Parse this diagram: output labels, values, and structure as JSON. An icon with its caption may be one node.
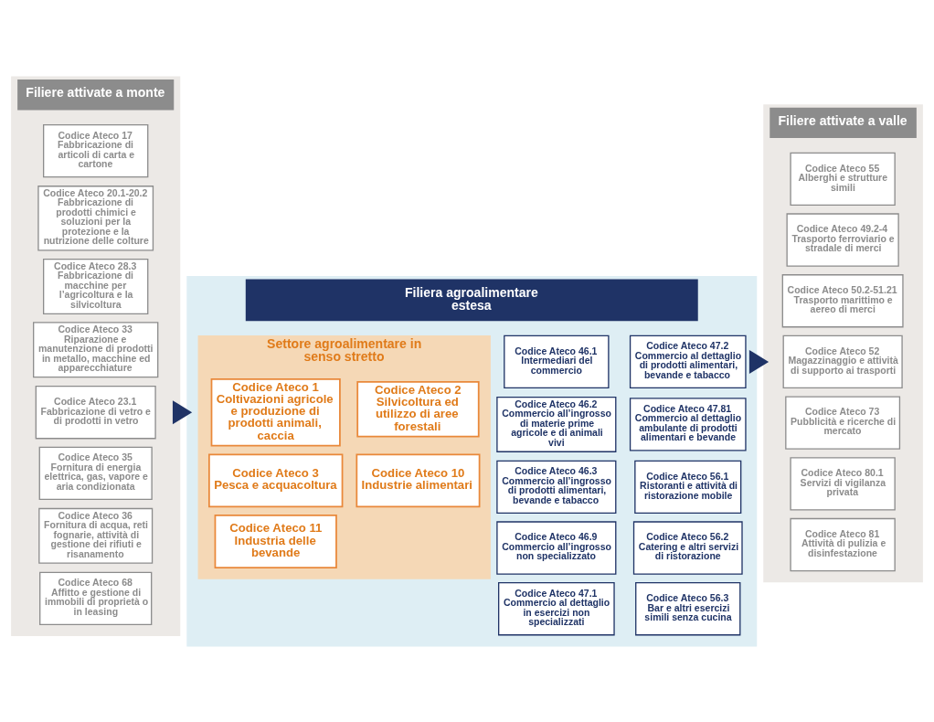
{
  "diagram": {
    "nodes": [
      {
        "text": [
          "Filiere attivate a monte"
        ]
      },
      {
        "text": [
          "Codice Ateco 17",
          "Fabbricazione di articoli di carta e cartone"
        ],
        "in": 0
      },
      {
        "text": [
          "Codice Ateco 20.1-20.2",
          "Fabbricazione di prodotti chimici e soluzioni per la protezione e la nutrizione delle colture"
        ],
        "in": 0
      },
      {
        "text": [
          "Codice Ateco 28.3",
          "Fabbricazione di macchine per l’agricoltura e la silvicoltura"
        ],
        "in": 0
      },
      {
        "text": [
          "Codice Ateco 33",
          "Riparazione e manutenzione di prodotti in metallo, macchine ed apparecchiature"
        ],
        "in": 0
      },
      {
        "text": [
          "Codice Ateco 23.1",
          "Fabbricazione di vetro e di prodotti in vetro"
        ],
        "in": 0
      },
      {
        "text": [
          "Codice Ateco 35",
          "Fornitura di energia elettrica, gas, vapore e aria condizionata"
        ],
        "in": 0
      },
      {
        "text": [
          "Codice Ateco 36",
          "Fornitura di acqua, reti fognarie, attività di gestione dei rifiuti e risanamento"
        ],
        "in": 0
      },
      {
        "text": [
          "Codice Ateco 68",
          "Affitto e gestione di immobili di proprietà o in leasing"
        ],
        "in": 0
      },
      {
        "text": [
          "Filiera agroalimentare estesa"
        ]
      },
      {
        "text": [
          "Settore agroalimentare in senso stretto"
        ],
        "in": 9
      },
      {
        "text": [
          "Codice Ateco 1",
          "Coltivazioni agricole e produzione di prodotti animali, caccia"
        ],
        "in": 10
      },
      {
        "text": [
          "Codice Ateco 2",
          "Silvicoltura ed utilizzo di aree forestali"
        ],
        "in": 10
      },
      {
        "text": [
          "Codice Ateco 3",
          "Pesca e acquacoltura"
        ],
        "in": 10
      },
      {
        "text": [
          "Codice Ateco 10",
          "Industrie alimentari"
        ],
        "in": 10
      },
      {
        "text": [
          "Codice Ateco 11",
          "Industria delle bevande"
        ],
        "in": 10
      },
      {
        "text": [
          "Codice Ateco 46.1",
          "Intermediari del commercio"
        ],
        "in": 9
      },
      {
        "text": [
          "Codice Ateco 47.2",
          "Commercio al dettaglio di prodotti alimentari, bevande e tabacco"
        ],
        "in": 9
      },
      {
        "text": [
          "Codice Ateco 46.2",
          "Commercio all’ingrosso di materie prime agricole e di animali vivi"
        ],
        "in": 9
      },
      {
        "text": [
          "Codice Ateco 47.81",
          "Commercio al dettaglio ambulante di prodotti alimentari e bevande"
        ],
        "in": 9
      },
      {
        "text": [
          "Codice Ateco 46.3",
          "Commercio all’ingrosso di prodotti alimentari, bevande e tabacco"
        ],
        "in": 9
      },
      {
        "text": [
          "Codice Ateco 56.1",
          "Ristoranti e attività di ristorazione mobile"
        ],
        "in": 9
      },
      {
        "text": [
          "Codice Ateco 46.9",
          "Commercio all’ingrosso non specializzato"
        ],
        "in": 9
      },
      {
        "text": [
          "Codice Ateco 56.2",
          "Catering e altri servizi di ristorazione"
        ],
        "in": 9
      },
      {
        "text": [
          "Codice Ateco 47.1",
          "Commercio al dettaglio in esercizi non specializzati"
        ],
        "in": 9
      },
      {
        "text": [
          "Codice Ateco 56.3",
          "Bar e altri esercizi simili senza cucina"
        ],
        "in": 9
      },
      {
        "text": [
          "Filiere attivate a valle"
        ]
      },
      {
        "text": [
          "Codice Ateco 55",
          "Alberghi e strutture simili"
        ],
        "in": 26
      },
      {
        "text": [
          "Codice Ateco 49.2-4",
          "Trasporto ferroviario e stradale di merci"
        ],
        "in": 26
      },
      {
        "text": [
          "Codice Ateco 50.2-51.21",
          "Trasporto marittimo e aereo di merci"
        ],
        "in": 26
      },
      {
        "text": [
          "Codice Ateco 52",
          "Magazzinaggio e attività di supporto ai trasporti"
        ],
        "in": 26
      },
      {
        "text": [
          "Codice Ateco 73",
          "Pubblicità e ricerche di mercato"
        ],
        "in": 26
      },
      {
        "text": [
          "Codice Ateco 80.1",
          "Servizi di vigilanza privata"
        ],
        "in": 26
      },
      {
        "text": [
          "Codice Ateco 81",
          "Attività di pulizia e disinfestazione"
        ],
        "in": 26
      }
    ],
    "edges": [
      {
        "from": 0,
        "to": 9,
        "arrow": "to",
        "style": "thick"
      },
      {
        "from": 9,
        "to": 26,
        "arrow": "to",
        "style": "thick"
      }
    ]
  }
}
